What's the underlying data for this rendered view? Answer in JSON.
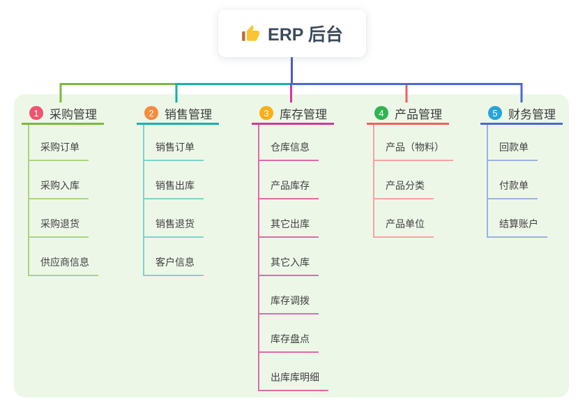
{
  "root": {
    "label": "ERP 后台",
    "icon": "thumbs-up-icon"
  },
  "branches": [
    {
      "num": "1",
      "label": "采购管理",
      "badge_color": "#f0536f",
      "line_color": "#7cb93f",
      "light_color": "#abd47e",
      "children": [
        "采购订单",
        "采购入库",
        "采购退货",
        "供应商信息"
      ]
    },
    {
      "num": "2",
      "label": "销售管理",
      "badge_color": "#f68b3e",
      "line_color": "#14b3aa",
      "light_color": "#7fd2cb",
      "children": [
        "销售订单",
        "销售出库",
        "销售退货",
        "客户信息"
      ]
    },
    {
      "num": "3",
      "label": "库存管理",
      "badge_color": "#fbae17",
      "line_color": "#d5369b",
      "light_color": "#e06aaa",
      "children": [
        "仓库信息",
        "产品库存",
        "其它出库",
        "其它入库",
        "库存调拨",
        "库存盘点",
        "出库库明细"
      ]
    },
    {
      "num": "4",
      "label": "产品管理",
      "badge_color": "#30b453",
      "line_color": "#f25e60",
      "light_color": "#f7a2a0",
      "children": [
        "产品（物料）",
        "产品分类",
        "产品单位"
      ]
    },
    {
      "num": "5",
      "label": "财务管理",
      "badge_color": "#27a4dd",
      "line_color": "#4a68d3",
      "light_color": "#9db1e0",
      "children": [
        "回款单",
        "付款单",
        "结算账户"
      ]
    }
  ],
  "colors": {
    "canvas_bg": "#ffffff",
    "panel_bg": "#edf7e8",
    "root_line": "#4a5bd2",
    "root_text": "#3c4a5b",
    "header_text": "#3c3c3c",
    "child_text": "#404040",
    "icon_yellow": "#fbc531",
    "icon_brown": "#b5713f"
  }
}
